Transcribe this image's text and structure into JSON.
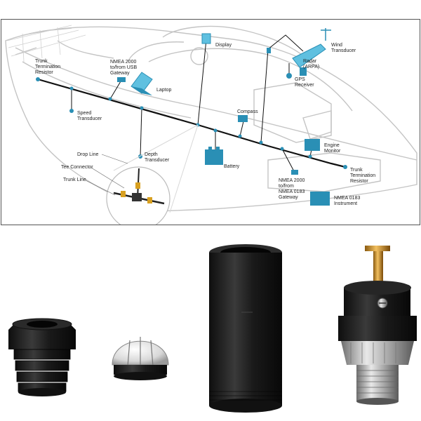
{
  "diagram": {
    "labels": {
      "trunk_resistor_left": "Trunk\nTermination\nResistor",
      "usb_gateway": "NMEA 2000\nto/from USB\nGateway",
      "laptop": "Laptop",
      "display": "Display",
      "wind_transducer": "Wind\nTransducer",
      "radar": "Radar\n(ARPA)",
      "gps_receiver": "GPS\nReceiver",
      "speed_transducer": "Speed\nTransducer",
      "compass": "Compass",
      "engine_monitor": "Engine\nMonitor",
      "drop_line": "Drop Line",
      "depth_transducer": "Depth\nTransducer",
      "tee_connector": "Tee Connector",
      "battery": "Battery",
      "trunk_resistor_right": "Trunk\nTermination\nResistor",
      "trunk_line": "Trunk Line",
      "nmea0183_gateway": "NMEA 2000\nto/from\nNMEA 0183\nGateway",
      "nmea0183_instrument": "NMEA 0183\nInstrument"
    },
    "colors": {
      "device": "#2a8fb5",
      "device_light": "#5fc0e0",
      "trunk": "#111111",
      "boat_line": "#bfbfbf"
    }
  },
  "parts": {
    "items": [
      "gland-nut",
      "rubber-seal-collet",
      "connector-housing-sleeve",
      "m12-connector-insert"
    ],
    "colors": {
      "black": "#1c1c1c",
      "metal": "#b8b8b8",
      "brass": "#d4a040"
    }
  }
}
